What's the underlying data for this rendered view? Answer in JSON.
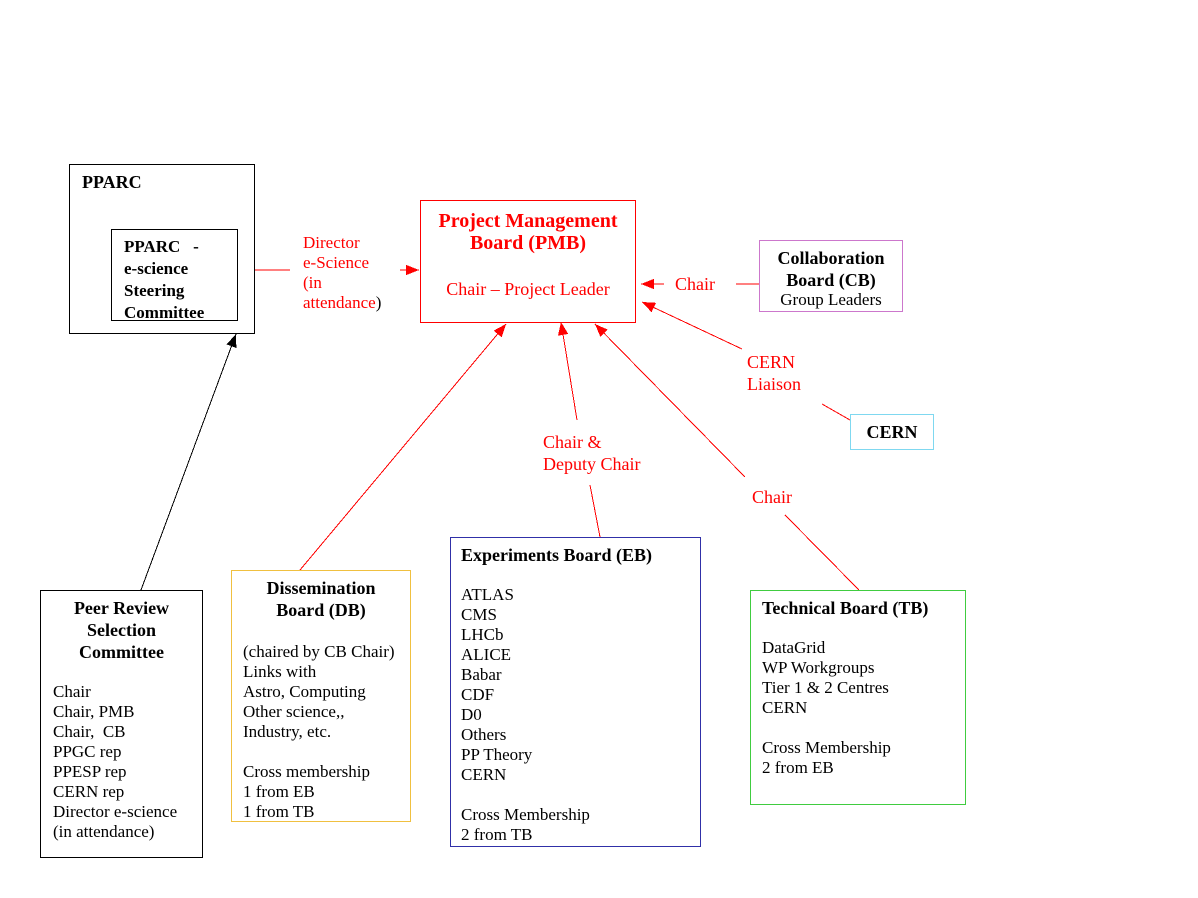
{
  "pparc": {
    "title": "PPARC",
    "steering_committee": [
      "PPARC   -",
      "e-science",
      "Steering",
      "Committee"
    ]
  },
  "director": {
    "lines": [
      "Director",
      "e-Science",
      "(in",
      "attendance"
    ],
    "closing": ")"
  },
  "pmb": {
    "title": [
      "Project Management",
      "Board (PMB)"
    ],
    "chair": "Chair – Project Leader"
  },
  "collaboration_board": {
    "title": [
      "Collaboration",
      "Board (CB)"
    ],
    "members": "Group Leaders",
    "link_label": "Chair"
  },
  "cern": {
    "title": "CERN",
    "link_label": [
      "CERN",
      "Liaison"
    ]
  },
  "experiments_board": {
    "title": "Experiments Board (EB)",
    "members": [
      "ATLAS",
      "CMS",
      "LHCb",
      "ALICE",
      "Babar",
      "CDF",
      "D0",
      "Others",
      "PP Theory",
      "CERN"
    ],
    "cross_membership": [
      "Cross Membership",
      "2 from TB"
    ],
    "link_label": [
      "Chair &",
      "Deputy Chair"
    ]
  },
  "dissemination_board": {
    "title": [
      "Dissemination",
      "Board (DB)"
    ],
    "details": [
      "(chaired by CB Chair)",
      "Links with",
      "Astro, Computing",
      "Other science,,",
      "Industry, etc."
    ],
    "cross_membership": [
      "Cross membership",
      "1 from EB",
      "1 from TB"
    ]
  },
  "technical_board": {
    "title": "Technical Board (TB)",
    "members": [
      "DataGrid",
      "WP Workgroups",
      "Tier 1 & 2 Centres",
      "CERN"
    ],
    "cross_membership": [
      "Cross Membership",
      "2 from EB"
    ],
    "link_label": "Chair"
  },
  "peer_review": {
    "title": [
      "Peer Review",
      "Selection",
      "Committee"
    ],
    "members": [
      "Chair",
      "Chair, PMB",
      "Chair,  CB",
      "PPGC rep",
      "PPESP rep",
      "CERN rep",
      "Director e-science",
      "(in attendance)"
    ]
  },
  "colors": {
    "red": "#ff0000",
    "outline": "#000000",
    "background": "#ffffff",
    "collaboration_border": "#cc77cc",
    "cern_border": "#7fd8f0",
    "experiments_border": "#3030a8",
    "dissemination_border": "#f0c040",
    "technical_border": "#40cc40"
  }
}
